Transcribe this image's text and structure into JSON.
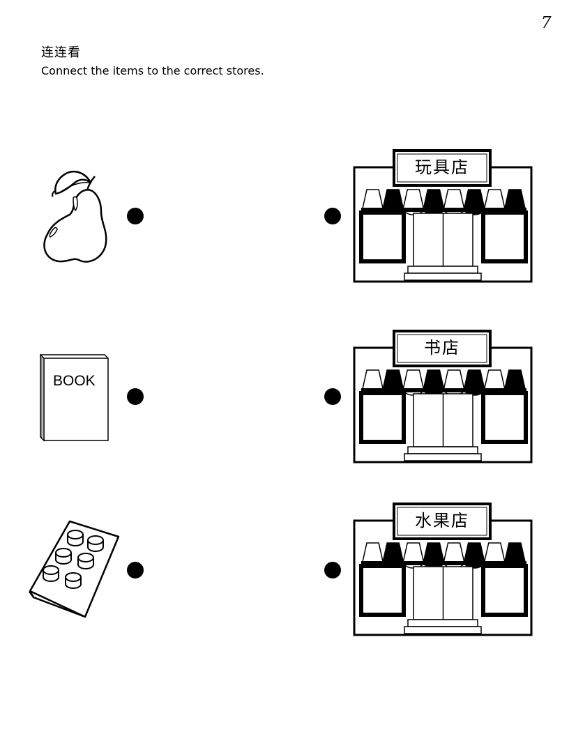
{
  "page": {
    "number": "7"
  },
  "header": {
    "title": "连连看",
    "instruction": "Connect the items to the correct stores."
  },
  "items": [
    {
      "name": "pear",
      "icon": "pear-icon"
    },
    {
      "name": "book",
      "icon": "book-icon",
      "label": "BOOK"
    },
    {
      "name": "building-block",
      "icon": "lego-brick-icon"
    }
  ],
  "stores": [
    {
      "sign": "玩具店",
      "icon": "storefront-icon"
    },
    {
      "sign": "书店",
      "icon": "storefront-icon"
    },
    {
      "sign": "水果店",
      "icon": "storefront-icon"
    }
  ]
}
